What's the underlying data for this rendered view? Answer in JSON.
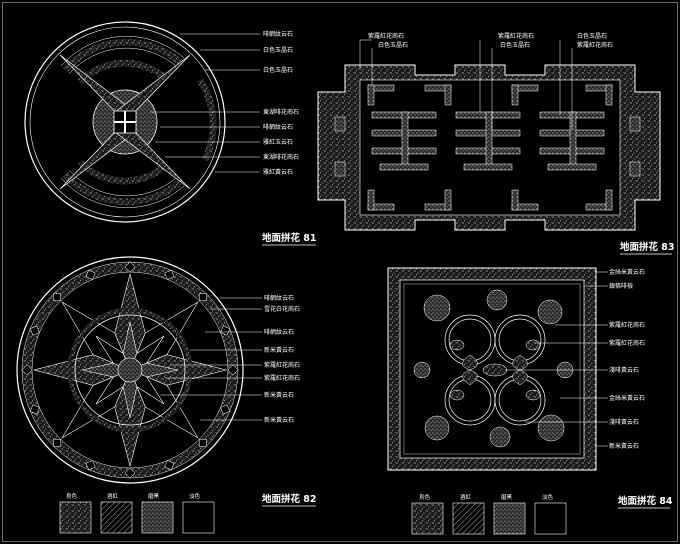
{
  "titles": {
    "d81": "地面拼花 81",
    "d82": "地面拼花 82",
    "d83": "地面拼花 83",
    "d84": "地面拼花 84"
  },
  "d81_labels": [
    "啡網紋云石",
    "白色玉晶石",
    "白色玉晶石",
    "東湖啡花崗石",
    "啡網紋云石",
    "雅紅玉云石",
    "東湖啡花崗石",
    "雅紅黃云石"
  ],
  "d82_labels": [
    "啡網紋云石",
    "雪花白花崗石",
    "啡網紋云石",
    "新米黃云石",
    "紫羅紅花崗石",
    "紫羅紅花崗石",
    "新米黃云石",
    "新米黃云石"
  ],
  "d83_labels": [
    "紫羅紅花崗石",
    "白色玉晶石",
    "紫羅紅花崗石",
    "白色玉晶石",
    "白色玉晶石",
    "紫羅紅花崗石"
  ],
  "d84_labels": [
    "金絲米黃云石",
    "銀條啡檢",
    "紫羅紅花崗石",
    "紫羅紅花崗石",
    "淺啡黃云石",
    "金絲米黃云石",
    "淺啡黃云石",
    "新米黃云石"
  ],
  "legend82": [
    "烏色",
    "酒紅",
    "磨黑",
    "淡色"
  ],
  "legend84": [
    "烏色",
    "酒紅",
    "磨黑",
    "淡色"
  ]
}
